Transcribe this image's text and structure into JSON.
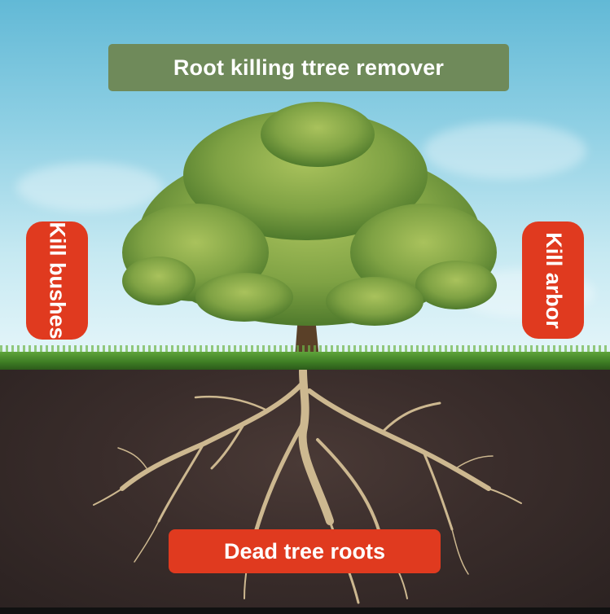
{
  "title_label": "Root killing ttree remover",
  "left_tag_label": "Kill bushes",
  "right_tag_label": "Kill arbor",
  "bottom_tag_label": "Dead tree roots",
  "colors": {
    "title_background": "#6f8a5a",
    "tag_background": "#e03a1f",
    "tag_text": "#ffffff",
    "sky": "#8fd0e4",
    "soil": "#3a2d2b",
    "grass": "#4f9230",
    "roots": "#cdb890",
    "foliage": "#7fa244"
  }
}
